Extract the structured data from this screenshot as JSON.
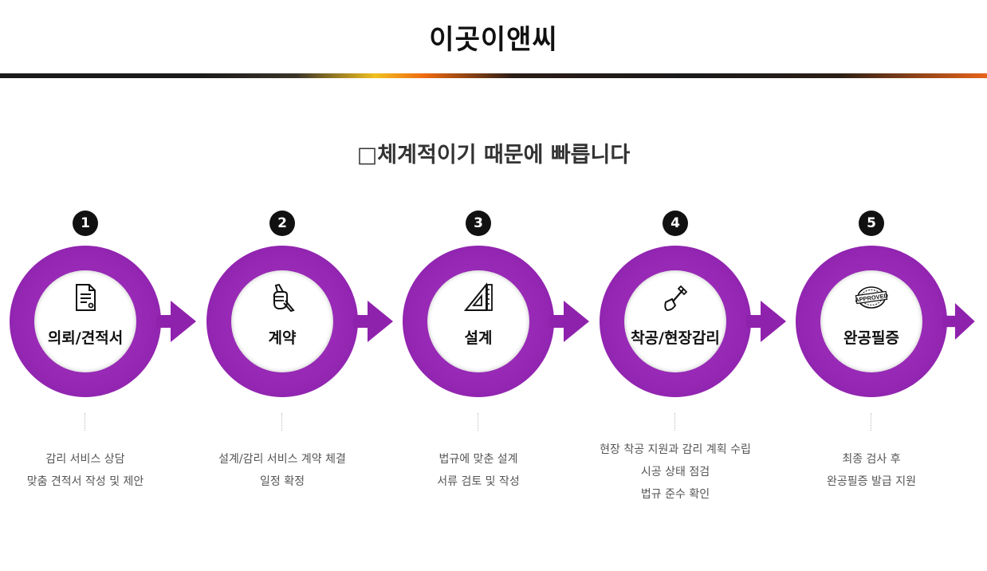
{
  "brand": "이곳이앤씨",
  "heading": "□체계적이기 때문에 빠릅니다",
  "steps": [
    {
      "num": "1",
      "title": "의뢰/견적서",
      "icon": "document-icon",
      "lines": [
        "감리 서비스 상담",
        "맞춤 견적서 작성 및 제안"
      ]
    },
    {
      "num": "2",
      "title": "계약",
      "icon": "hand-pen-icon",
      "lines": [
        "설계/감리 서비스 계약 체결",
        "일정 확정"
      ]
    },
    {
      "num": "3",
      "title": "설계",
      "icon": "set-square-icon",
      "lines": [
        "법규에 맞춘 설계",
        "서류 검토 및 작성"
      ]
    },
    {
      "num": "4",
      "title": "착공/현장감리",
      "icon": "shovel-icon",
      "lines": [
        "현장 착공 지원과 감리 계획 수립",
        "시공 상태 점검",
        "법규 준수 확인"
      ]
    },
    {
      "num": "5",
      "title": "완공필증",
      "icon": "approved-stamp-icon",
      "stamp": "APPROVED",
      "lines": [
        "최종 검사 후",
        "완공필증 발급 지원"
      ]
    }
  ],
  "colors": {
    "accent": "#8f22ad",
    "badge": "#111111"
  }
}
